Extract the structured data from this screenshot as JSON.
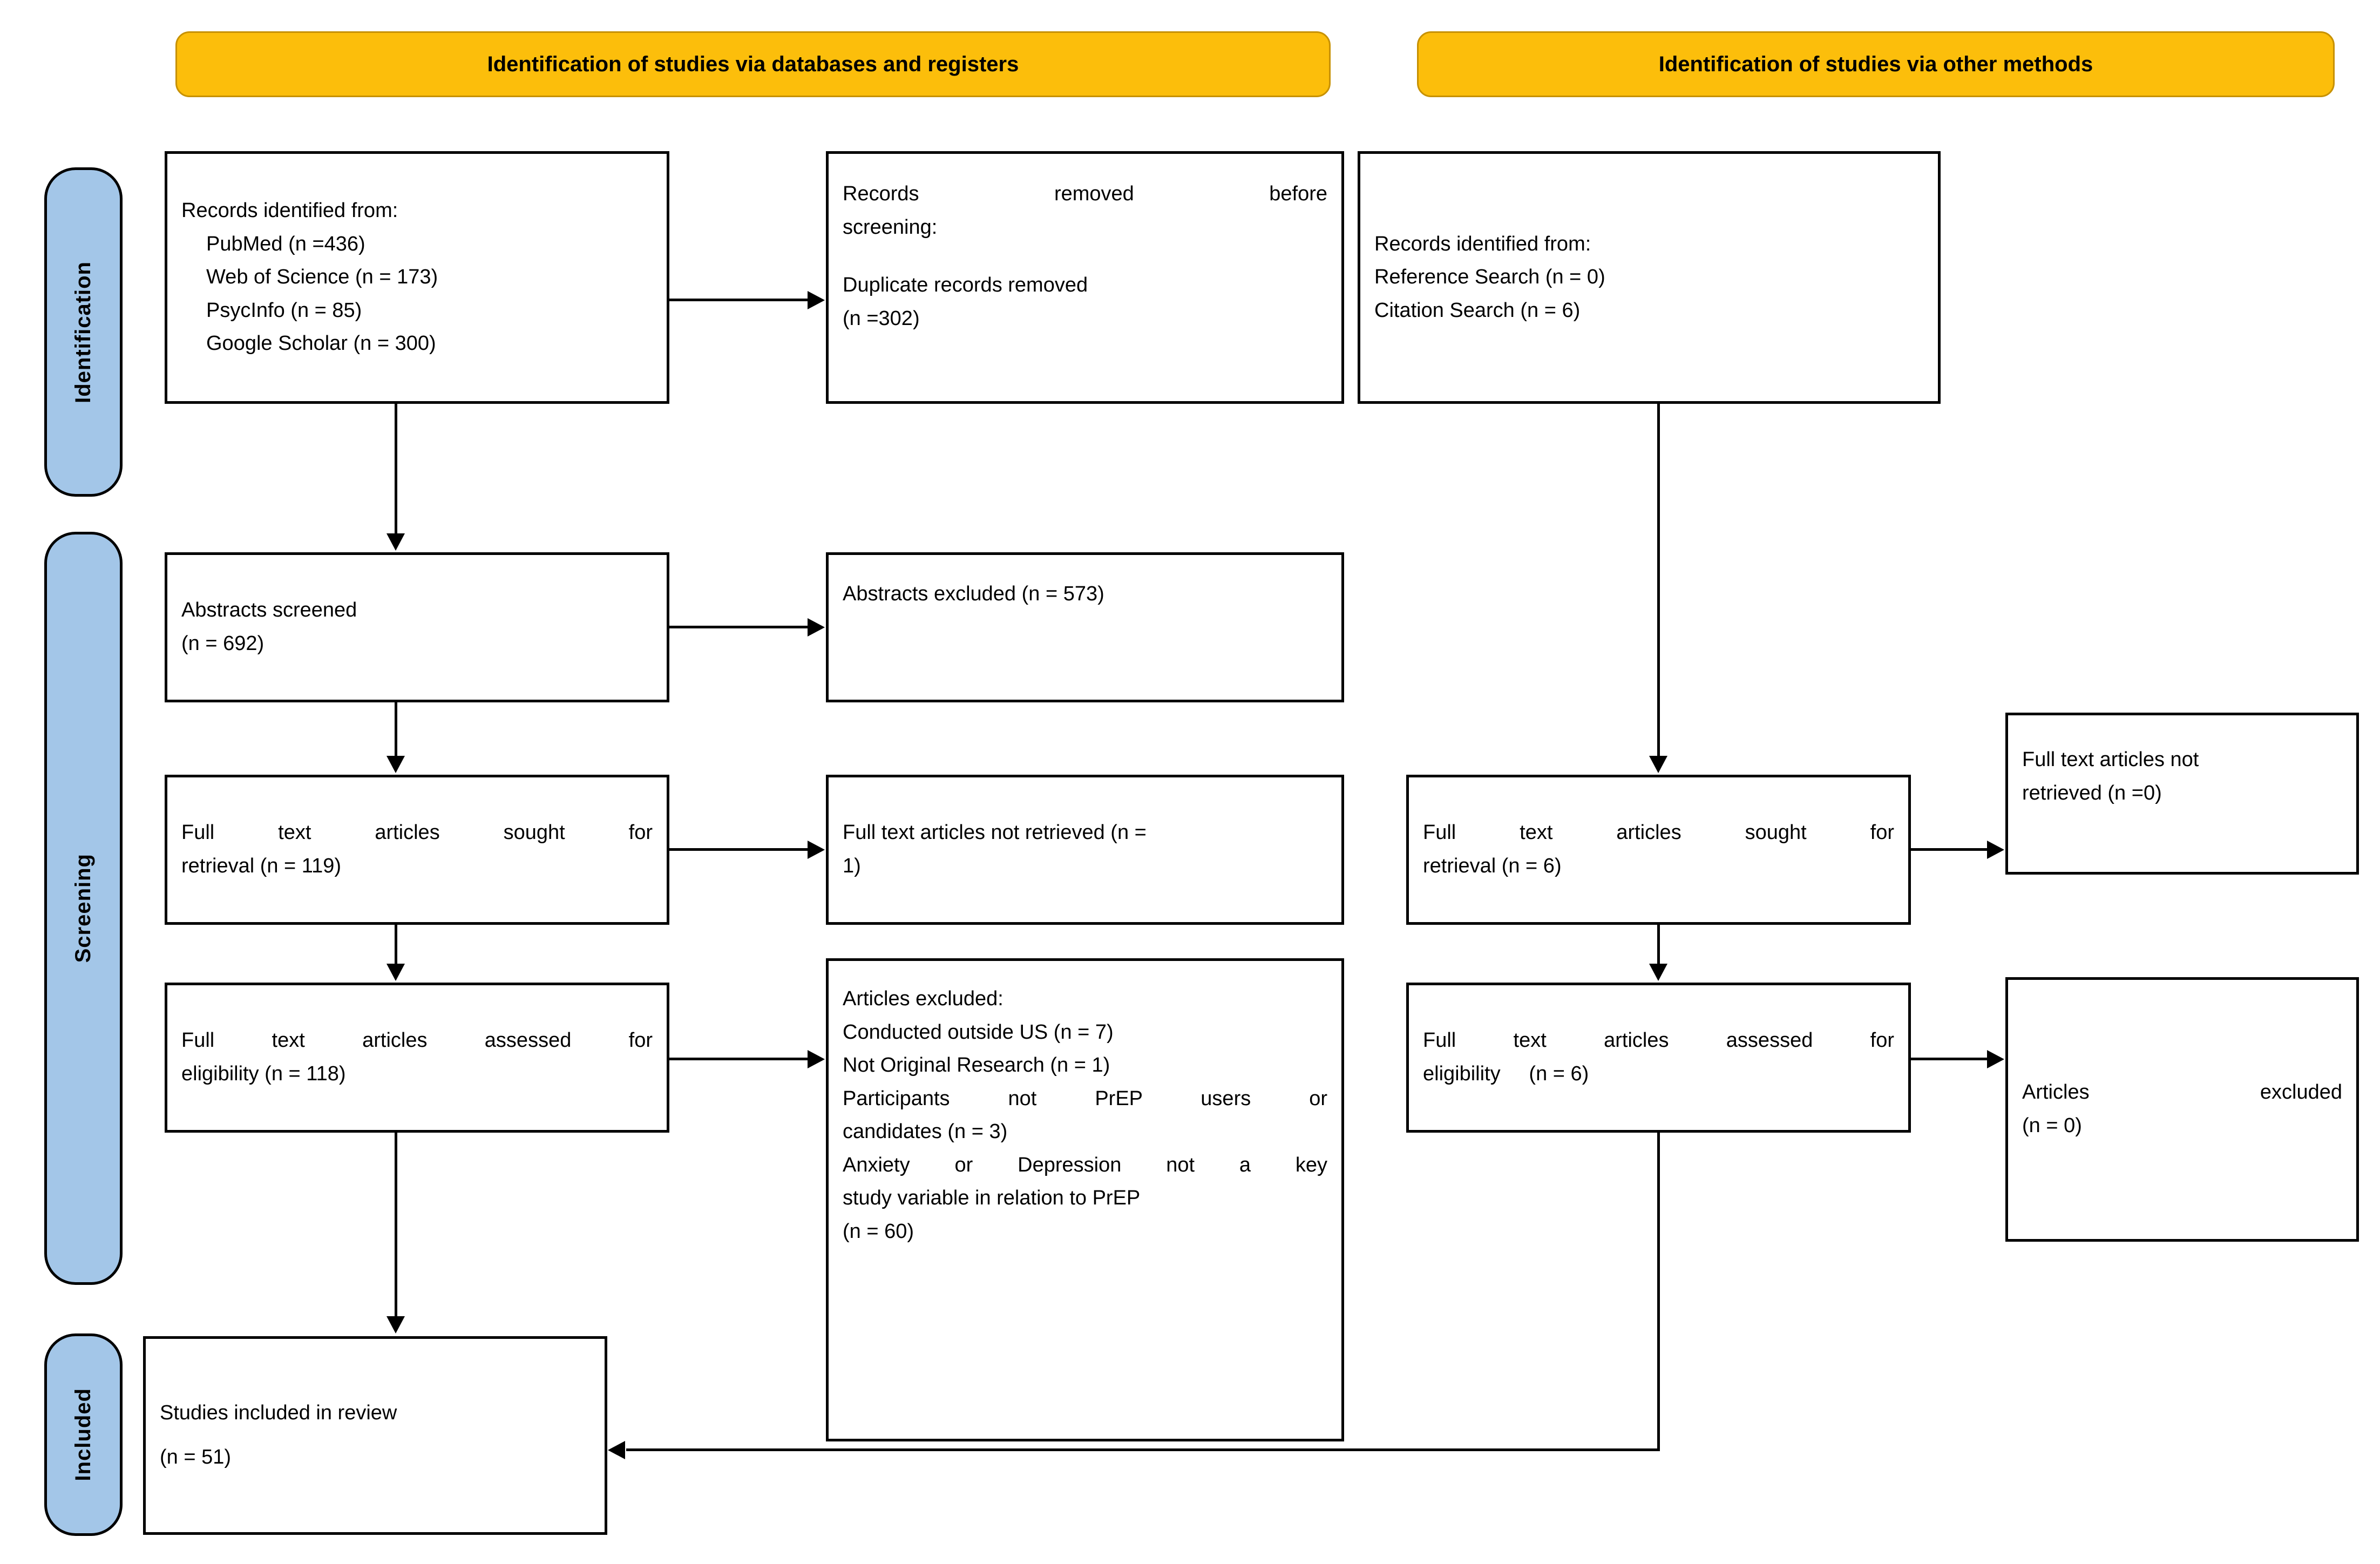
{
  "diagram": {
    "type": "prisma-flow-diagram",
    "colors": {
      "header_fill": "#FCBE0B",
      "header_border": "#C79100",
      "stage_label_fill": "#A3C6E8",
      "box_border": "#000000",
      "box_fill": "#FFFFFF"
    }
  },
  "headers": {
    "databases": "Identification of studies via databases and registers",
    "other": "Identification of studies via other methods"
  },
  "stages": {
    "identification": "Identification",
    "screening": "Screening",
    "included": "Included"
  },
  "databases_column": {
    "records_identified": {
      "title": "Records identified from:",
      "sources": [
        "PubMed (n =436)",
        "Web of Science (n = 173)",
        "PsycInfo (n = 85)",
        "Google Scholar (n = 300)"
      ]
    },
    "records_removed": {
      "line1_a": "Records",
      "line1_b": "removed",
      "line1_c": "before",
      "line2": "screening",
      "line2_colon": ":",
      "line3": "Duplicate records removed",
      "line4": "(n =302)"
    },
    "abstracts_screened": {
      "line1": "Abstracts screened",
      "line2": "(n = 692)"
    },
    "abstracts_excluded": {
      "line1": "Abstracts excluded (n = 573)"
    },
    "fulltext_sought": {
      "line1_a": "Full",
      "line1_b": "text",
      "line1_c": "articles",
      "line1_d": "sought",
      "line1_e": "for",
      "line2": "retrieval (n = 119)"
    },
    "fulltext_not_retrieved": {
      "line1": "Full text articles not retrieved (n =",
      "line2": "1)"
    },
    "fulltext_assessed": {
      "line1_a": "Full",
      "line1_b": "text",
      "line1_c": "articles",
      "line1_d": "assessed",
      "line1_e": "for",
      "line2": "eligibility (n = 118)"
    },
    "articles_excluded": {
      "title": "Articles excluded:",
      "reasons": [
        "Conducted outside US (n = 7)",
        "Not Original Research (n = 1)"
      ],
      "reason3_l1_a": "Participants",
      "reason3_l1_b": "not",
      "reason3_l1_c": "PrEP",
      "reason3_l1_d": "users",
      "reason3_l1_e": "or",
      "reason3_l2": "candidates (n = 3)",
      "reason4_l1_a": "Anxiety",
      "reason4_l1_b": "or",
      "reason4_l1_c": "Depression",
      "reason4_l1_d": "not",
      "reason4_l1_e": "a",
      "reason4_l1_f": "key",
      "reason4_l2": "study variable in relation to PrEP",
      "reason4_l3": "(n = 60)"
    }
  },
  "other_methods_column": {
    "records_identified": {
      "title": "Records identified from:",
      "sources": [
        "Reference Search (n = 0)",
        "Citation Search (n = 6)"
      ]
    },
    "fulltext_sought": {
      "line1_a": "Full",
      "line1_b": "text",
      "line1_c": "articles",
      "line1_d": "sought",
      "line1_e": "for",
      "line2": "retrieval (n = 6)"
    },
    "fulltext_not_retrieved": {
      "line1": "Full text articles not",
      "line2": "retrieved (n =0)"
    },
    "fulltext_assessed": {
      "line1_a": "Full",
      "line1_b": "text",
      "line1_c": "articles",
      "line1_d": "assessed",
      "line1_e": "for",
      "line2_a": "eligibility",
      "line2_b": "(n = 6)"
    },
    "articles_excluded": {
      "line1_a": "Articles",
      "line1_b": "excluded",
      "line2": "(n = 0)"
    }
  },
  "included_section": {
    "studies_included": {
      "line1": "Studies included in review",
      "line2": "(n = 51)"
    }
  }
}
